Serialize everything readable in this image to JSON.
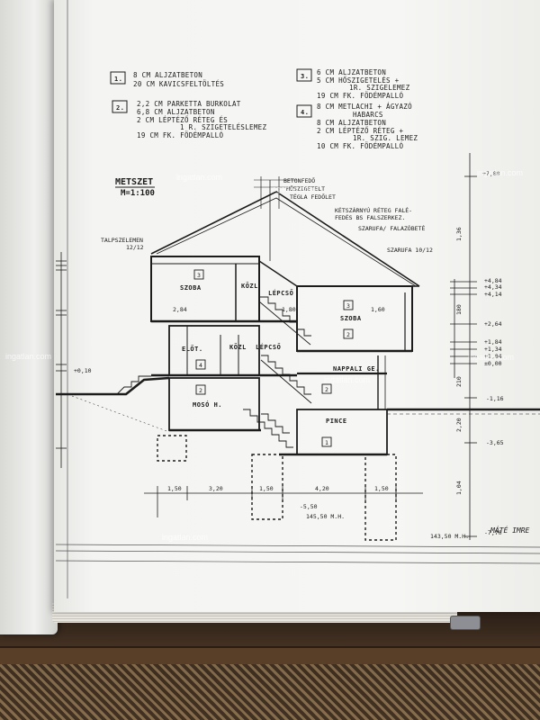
{
  "legend": {
    "item1": {
      "num": "1.",
      "lines": [
        "8 CM  ALJZATBETON",
        "20 CM  KAVICSFELTÖLTÉS"
      ]
    },
    "item2": {
      "num": "2.",
      "lines": [
        "2,2 CM  PARKETTA BURKOLAT",
        "6,8 CM  ALJZATBETON",
        "2 CM  LÉPTÉZŐ RÉTEG ÉS",
        "1 R. SZIGETELÉSLEMEZ",
        "19 CM  FK. FÖDÉMPALLÓ"
      ]
    },
    "item3": {
      "num": "3.",
      "lines": [
        "6 CM  ALJZATBETON",
        "5 CM  HŐSZIGETELÉS +",
        "1R. SZIGELEMEZ",
        "19 CM  FK. FÖDÉMPALLÓ"
      ]
    },
    "item4": {
      "num": "4.",
      "lines": [
        "8 CM  METLACHI + ÁGYAZÓ",
        "HABARCS",
        "8 CM  ALJZATBETON",
        "2 CM  LÉPTÉZŐ RÉTEG +",
        "1R. SZIG. LEMEZ",
        "10 CM  FK. FÖDÉMPALLÓ"
      ]
    }
  },
  "title": {
    "line1": "METSZET",
    "line2": "M=1:100"
  },
  "annotations": {
    "roof1": "BETONFEDŐ",
    "roof2": "HŐSZIGETELT",
    "roof3": "TÉGLA FEDŐLET",
    "roof4": "KÉTSZÁRNYÚ RÉTEG FALÉ-",
    "roof5": "FEDÉS BS FALSZERKEZ.",
    "roof6": "SZARUFA/ FALAZÓBETÉ",
    "roof7": "SZARUFA 10/12",
    "talp1": "TALPSZELEMEN",
    "talp2": "12/12"
  },
  "rooms": {
    "szoba_left": "SZOBA",
    "kozl_upper": "KÖZL",
    "lepcso_upper": "LÉPCSŐ",
    "szoba_right": "SZOBA",
    "eloter": "ELŐT.",
    "kozl_mid": "KÖZL",
    "lepcso_mid": "LÉPCSŐ",
    "nappali": "NAPPALI GE.",
    "moso": "MOSÓ H.",
    "pince": "PINCE"
  },
  "markers": {
    "m1": "1",
    "m2": "2",
    "m3": "3",
    "m4": "4"
  },
  "elevations": {
    "top": "+7,80",
    "e1": "+4,84",
    "e2": "+4,34",
    "e3": "+4,14",
    "e4": "+2,64",
    "e5": "+1,84",
    "e6": "+1,34",
    "e7": "+1,04",
    "e8": "±0,00",
    "e9": "-1,16",
    "e10": "-3,65",
    "bottom_left": "-5,50",
    "bottom_left2": "145,50 M.H.",
    "bottom_right": "-7,70",
    "bottom_right2": "143,50 M.H.",
    "side1": "1,36",
    "side2": "180",
    "side3": "210",
    "side4": "2,20",
    "side5": "1,04",
    "left1": "+0,10"
  },
  "dims": {
    "d1": "1,50",
    "d2": "3,20",
    "d3": "1,50",
    "d4": "4,20",
    "d5": "1,50",
    "s1": "1,80",
    "s2": "2,84",
    "s3": "1,60"
  },
  "signature": "MÁTÉ IMRE",
  "watermark": "ingatlan.com"
}
